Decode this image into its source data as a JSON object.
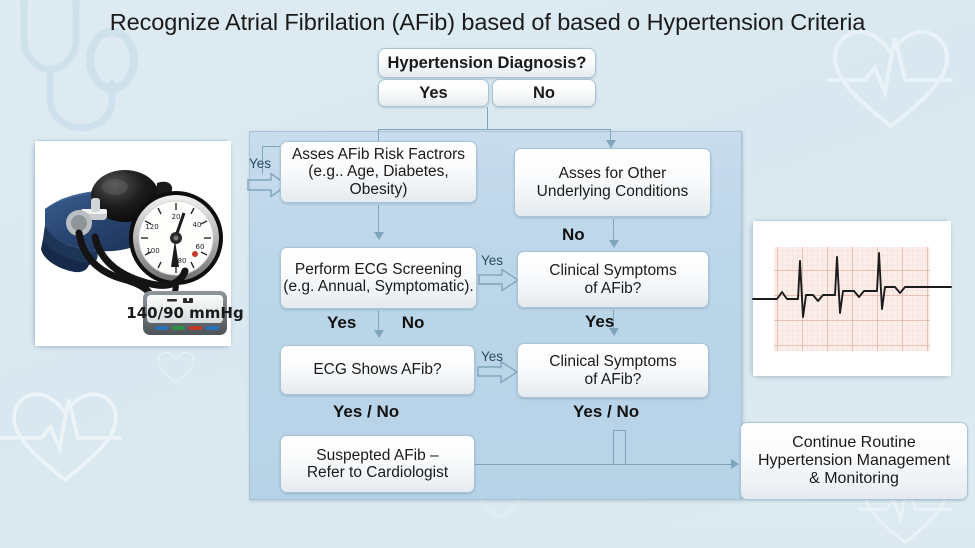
{
  "slide": {
    "title": "Recognize Atrial Fibrilation (AFib) based of based o Hypertension Criteria",
    "background_color": "#dce9f0",
    "panel_color": "#bcd6e9",
    "box_border_color": "#a9c4d6",
    "connector_color": "#7fa5bd"
  },
  "top": {
    "question": "Hypertension Diagnosis?",
    "yes_label": "Yes",
    "no_label": "No"
  },
  "boxes": {
    "risk_factors": {
      "line1": "Asses AFib Risk Factrors",
      "line2": "(e.g.. Age, Diabetes, Obesity)"
    },
    "other_conditions": {
      "line1": "Asses for Other",
      "line2": "Underlying Conditions"
    },
    "ecg_screening": {
      "line1": "Perform ECG Screening",
      "line2": "(e.g. Annual, Symptomatic)."
    },
    "clinical_symptoms_1": {
      "line1": "Clinical Symptoms",
      "line2": "of AFib?"
    },
    "ecg_shows_afib": {
      "line1": "ECG Shows AFib?"
    },
    "clinical_symptoms_2": {
      "line1": "Clinical Symptoms",
      "line2": "of AFib?"
    },
    "suspected_afib": {
      "line1": "Suspepted AFib –",
      "line2": "Refer to Cardiologist"
    },
    "continue_routine": {
      "line1": "Continue Routine",
      "line2": "Hypertension Management",
      "line3": "& Monitoring"
    }
  },
  "connector_labels": {
    "yes_to_risk": "Yes",
    "no_to_symptoms": "No",
    "yes_ecg_to_symptoms": "Yes",
    "yes_symptoms_down": "Yes",
    "ecg_yes": "Yes",
    "ecg_no": "No",
    "yes_show_to_symptoms": "Yes",
    "left_yes_no": "Yes / No",
    "right_yes_no": "Yes / No"
  },
  "images": {
    "blood_pressure_monitor": {
      "name": "sphygmomanometer-photo",
      "display_reading": "140/90 mmHg",
      "cuff_color": "#2a4a78",
      "bulb_color": "#1c1c1c"
    },
    "ecg_strip": {
      "name": "ecg-rhythm-strip-photo",
      "grid_color": "#e6b8ae",
      "trace_color": "#1a1a1a",
      "beats": 3
    }
  }
}
